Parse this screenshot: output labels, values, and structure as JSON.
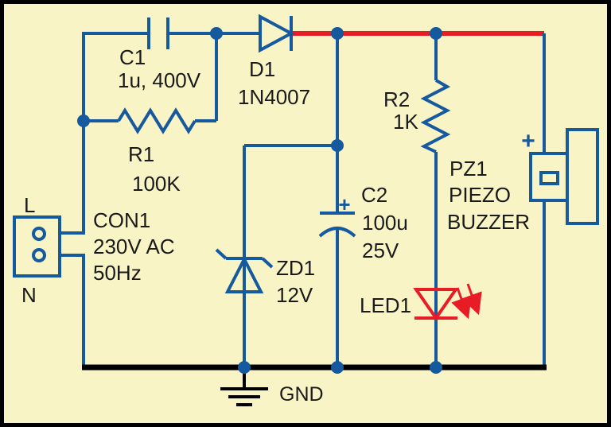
{
  "colors": {
    "background": "#f8f4c6",
    "wire_blue": "#15599f",
    "rail_red": "#e81c24",
    "rail_black": "#000000",
    "led_red": "#e81c24",
    "text": "#1a1a1a",
    "border": "#000000"
  },
  "components": {
    "c1": {
      "ref": "C1",
      "value": "1u, 400V"
    },
    "r1": {
      "ref": "R1",
      "value": "100K"
    },
    "d1": {
      "ref": "D1",
      "value": "1N4007"
    },
    "con1": {
      "ref": "CON1",
      "value_line1": "230V AC",
      "value_line2": "50Hz",
      "terminal_live": "L",
      "terminal_neutral": "N"
    },
    "zd1": {
      "ref": "ZD1",
      "value": "12V"
    },
    "c2": {
      "ref": "C2",
      "value": "100u",
      "voltage": "25V",
      "polarity_mark": "+"
    },
    "r2": {
      "ref": "R2",
      "value": "1K"
    },
    "led1": {
      "ref": "LED1"
    },
    "pz1": {
      "ref": "PZ1",
      "type_line1": "PIEZO",
      "type_line2": "BUZZER",
      "polarity_mark": "+"
    },
    "gnd": {
      "label": "GND"
    }
  }
}
